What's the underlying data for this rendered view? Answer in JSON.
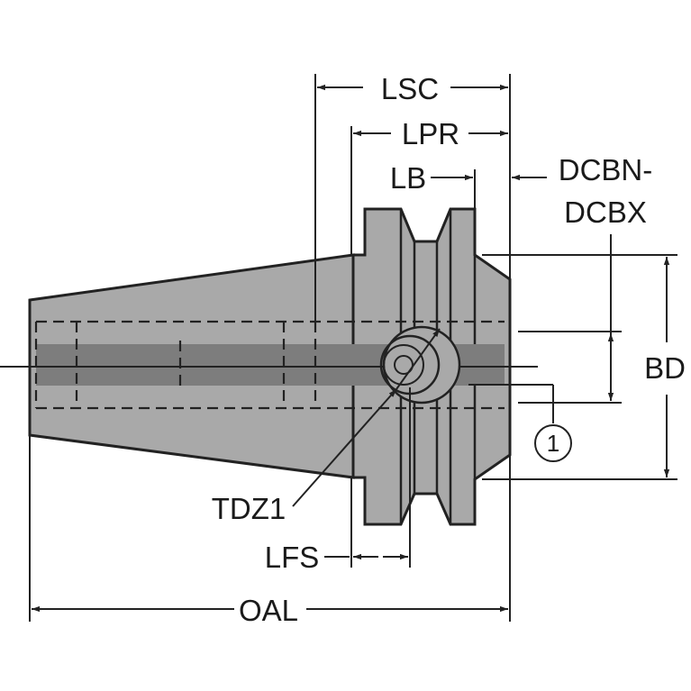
{
  "labels": {
    "lsc": "LSC",
    "lpr": "LPR",
    "lb": "LB",
    "dcbn": "DCBN-",
    "dcbx": "DCBX",
    "bd": "BD",
    "tdz1": "TDZ1",
    "lfs": "LFS",
    "oal": "OAL",
    "callout": "1"
  },
  "colors": {
    "body_fill": "#a9a9a9",
    "bore_fill": "#7d7d7d",
    "outline": "#222222",
    "background": "#ffffff"
  }
}
